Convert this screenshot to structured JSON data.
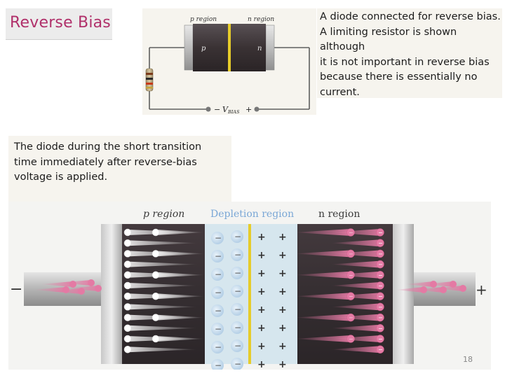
{
  "slide": {
    "title": "Reverse Bias",
    "page_number": "18"
  },
  "top_figure": {
    "p_region_label": "p region",
    "n_region_label": "n region",
    "p_label": "p",
    "n_label": "n",
    "minus_sign": "−",
    "bias_label": "V",
    "bias_subscript": "BIAS",
    "plus_sign": "+"
  },
  "top_caption": {
    "lines": [
      "A diode connected for reverse bias.",
      "A limiting resistor is shown although",
      "it is not important in reverse bias",
      "because there is essentially no",
      "current."
    ]
  },
  "mid_caption": {
    "lines": [
      "The diode during the short transition",
      "time immediately after reverse-bias",
      "voltage is applied."
    ]
  },
  "bottom_figure": {
    "p_region_label": "p region",
    "depletion_label": "Depletion region",
    "n_region_label": "n region",
    "left_terminal_sign": "−",
    "right_terminal_sign": "+",
    "depletion_negative_sign": "−",
    "depletion_positive_sign": "+",
    "electron_sign": "−"
  },
  "colors": {
    "title": "#b0306a",
    "depletion_label": "#7aa7d6",
    "body_dark": "#3a3234",
    "depletion_bg": "#d6e6ee",
    "junction": "#e6cc2a",
    "electron": "#e47aa4",
    "hole": "#ffffff",
    "wire": "#5e5e5e"
  }
}
